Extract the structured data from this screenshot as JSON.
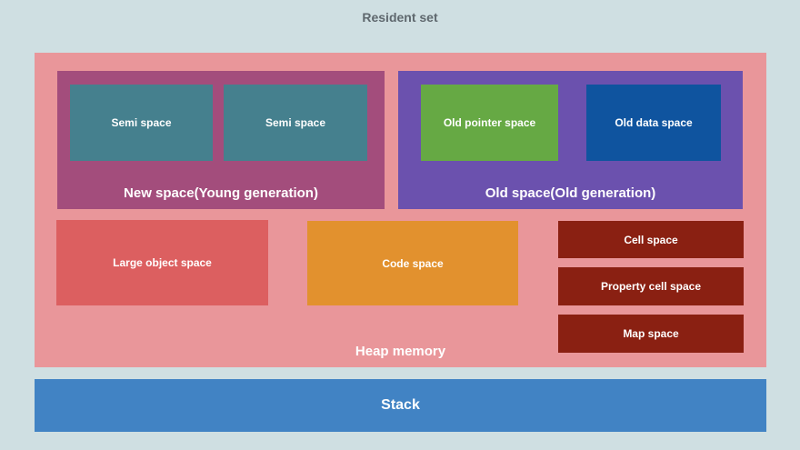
{
  "title": "Resident set",
  "colors": {
    "background": "#cfdfe2",
    "heap": "#e9969a",
    "new_space": "#a34d7c",
    "semi_space": "#45808e",
    "old_space": "#6b51ae",
    "old_pointer_space": "#66a944",
    "old_data_space": "#0f549f",
    "large_object_space": "#dc5f60",
    "code_space": "#e2912e",
    "cell_space": "#8a2012",
    "stack": "#4183c4",
    "title_text": "#5f686e",
    "box_label_text": "#ffffff"
  },
  "heap": {
    "label": "Heap memory",
    "new_space": {
      "label": "New space(Young generation)",
      "semi_spaces": [
        {
          "label": "Semi space"
        },
        {
          "label": "Semi space"
        }
      ]
    },
    "old_space": {
      "label": "Old space(Old generation)",
      "old_pointer_space": {
        "label": "Old pointer space"
      },
      "old_data_space": {
        "label": "Old data space"
      }
    },
    "large_object_space": {
      "label": "Large object space"
    },
    "code_space": {
      "label": "Code space"
    },
    "cell_spaces": [
      {
        "label": "Cell space"
      },
      {
        "label": "Property cell space"
      },
      {
        "label": "Map space"
      }
    ]
  },
  "stack": {
    "label": "Stack"
  }
}
